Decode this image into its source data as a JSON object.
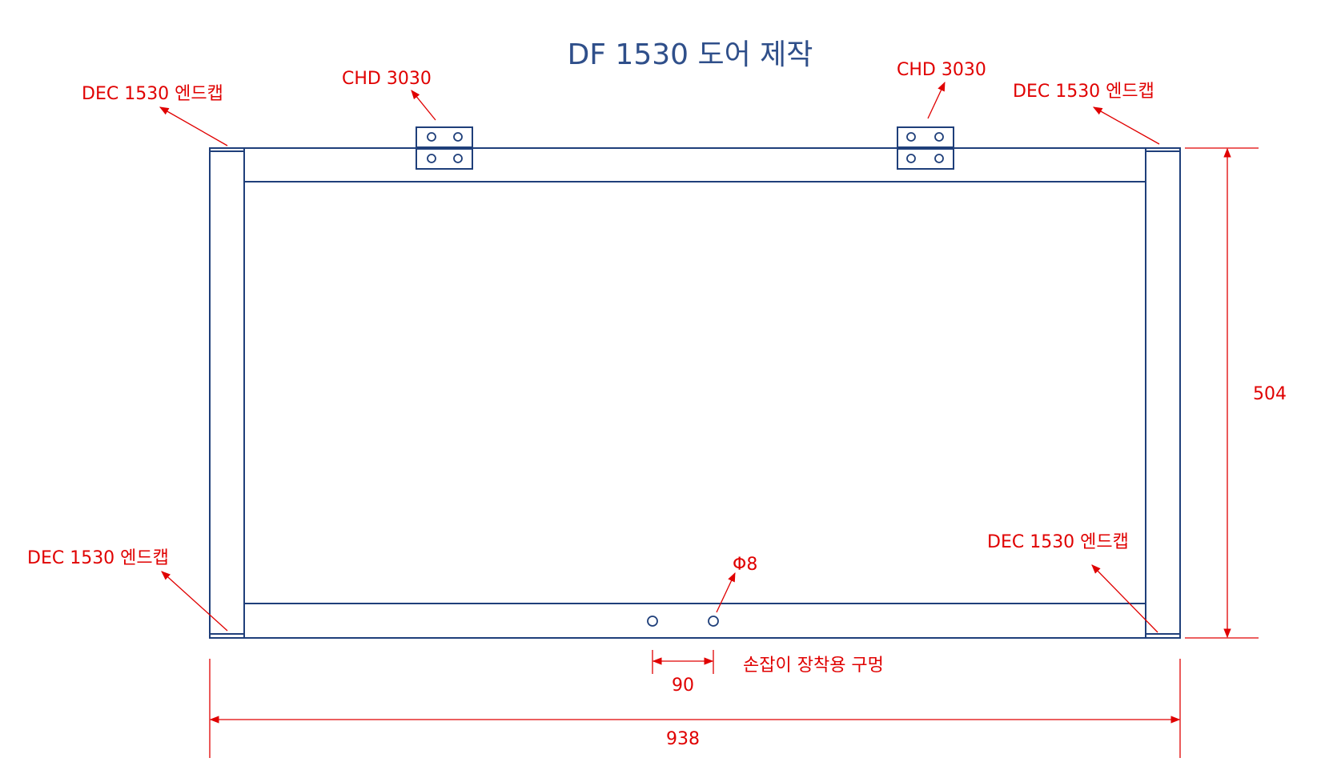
{
  "title": "DF 1530 도어 제작",
  "labels": {
    "endcap_top_left": "DEC 1530 엔드캡",
    "endcap_top_right": "DEC 1530 엔드캡",
    "endcap_bottom_left": "DEC 1530 엔드캡",
    "endcap_bottom_right": "DEC 1530 엔드캡",
    "hinge_left": "CHD 3030",
    "hinge_right": "CHD 3030",
    "hole_diameter": "Φ8",
    "handle_hole": "손잡이 장착용 구멍"
  },
  "dimensions": {
    "height": "504",
    "hole_spacing": "90",
    "width": "938"
  },
  "colors": {
    "frame": "#1f3f7a",
    "annotation": "#e00000",
    "title": "#2f4f8a"
  }
}
